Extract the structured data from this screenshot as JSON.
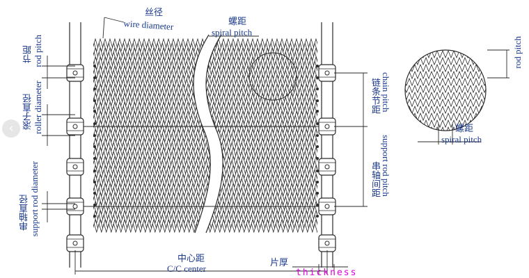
{
  "labels": {
    "wire_diameter_cn": "丝径",
    "wire_diameter_en": "wire diameter",
    "spiral_pitch_cn": "螺距",
    "spiral_pitch_en": "spiral pitch",
    "rod_pitch_cn": "节距",
    "rod_pitch_en": "rod pitch",
    "roller_diameter_cn": "滚子直径",
    "roller_diameter_en": "roller diameter",
    "support_rod_diameter_cn": "串轴直径",
    "support_rod_diameter_en": "support rod diameter",
    "chain_pitch_cn": "链条节距",
    "chain_pitch_en": "chain pitch",
    "support_rod_pitch_cn": "串轴间距",
    "support_rod_pitch_en": "support rod pitch",
    "cc_center_cn": "中心距",
    "cc_center_en": "C/C center",
    "thickness_cn": "片厚",
    "thickness_en": "thickness",
    "detail_rod_pitch_en": "rod pitch",
    "detail_spiral_pitch_cn": "螺距",
    "detail_spiral_pitch_en": "spiral pitch"
  },
  "nav": {
    "prev_icon": "‹"
  },
  "colors": {
    "line": "#2a2a2a",
    "text": "#1b3a8c",
    "accent": "#e000e0"
  }
}
